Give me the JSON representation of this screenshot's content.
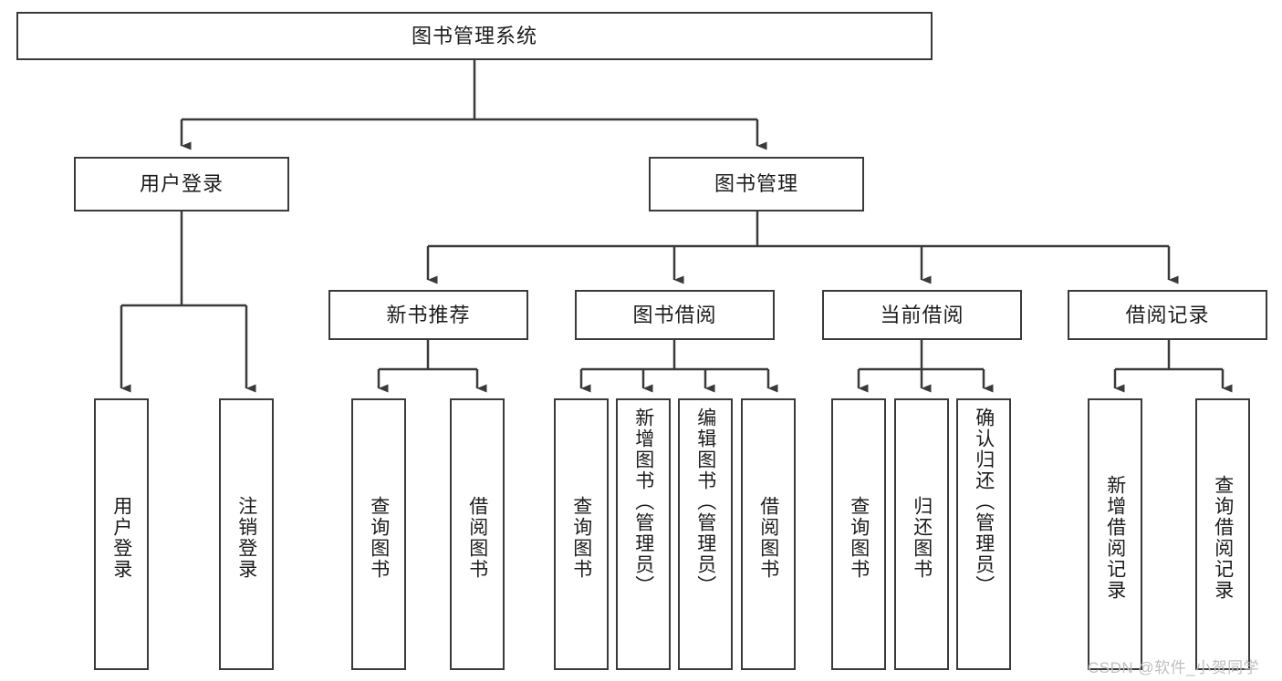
{
  "diagram": {
    "type": "hierarchy-tree",
    "title": "图书管理系统",
    "root": {
      "label": "图书管理系统"
    },
    "level2": [
      {
        "label": "用户登录"
      },
      {
        "label": "图书管理"
      }
    ],
    "level3": [
      {
        "label": "新书推荐"
      },
      {
        "label": "图书借阅"
      },
      {
        "label": "当前借阅"
      },
      {
        "label": "借阅记录"
      }
    ],
    "leaves": {
      "user_login": [
        {
          "label": "用户登录"
        },
        {
          "label": "注销登录"
        }
      ],
      "new_book_recommend": [
        {
          "label": "查询图书"
        },
        {
          "label": "借阅图书"
        }
      ],
      "book_borrow": [
        {
          "label": "查询图书"
        },
        {
          "label": "新增图书（管理员）"
        },
        {
          "label": "编辑图书（管理员）"
        },
        {
          "label": "借阅图书"
        }
      ],
      "current_borrow": [
        {
          "label": "查询图书"
        },
        {
          "label": "归还图书"
        },
        {
          "label": "确认归还（管理员）"
        }
      ],
      "borrow_record": [
        {
          "label": "新增借阅记录"
        },
        {
          "label": "查询借阅记录"
        }
      ]
    }
  },
  "watermark": {
    "text": "CSDN @软件_小贺同学"
  },
  "colors": {
    "stroke": "#3a3a3a",
    "background": "#ffffff",
    "text": "#1c1c1c",
    "watermark": "#bfbfbf"
  }
}
